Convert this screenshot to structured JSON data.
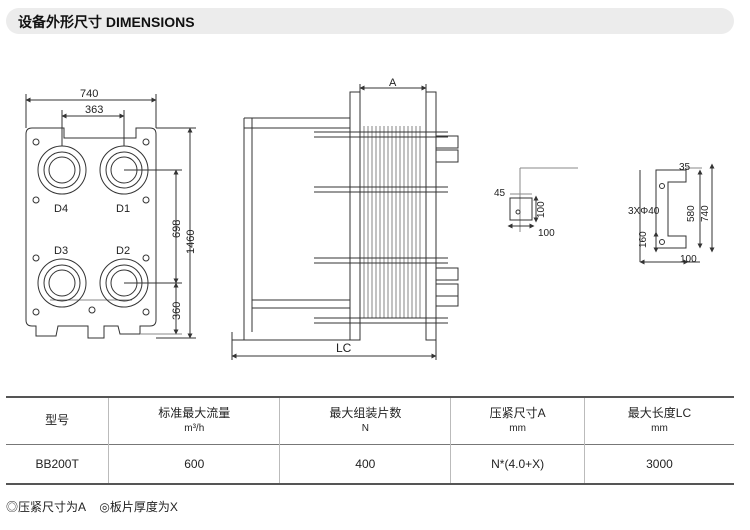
{
  "header": {
    "title": "设备外形尺寸  DIMENSIONS"
  },
  "front_view": {
    "dim_total_width": "740",
    "dim_port_spacing": "363",
    "dim_height_total": "1460",
    "dim_port_vertical": "698",
    "dim_bottom": "360",
    "ports": [
      "D4",
      "D1",
      "D3",
      "D2"
    ]
  },
  "side_view": {
    "dim_a": "A",
    "dim_lc": "LC"
  },
  "detail_a": {
    "dim_45": "45",
    "dim_100_v": "100",
    "dim_100_h": "100"
  },
  "detail_b": {
    "dim_35": "35",
    "dim_holes": "3XΦ40",
    "dim_580": "580",
    "dim_740": "740",
    "dim_160": "160",
    "dim_100": "100"
  },
  "table": {
    "headers": [
      {
        "label": "型号",
        "unit": ""
      },
      {
        "label": "标准最大流量",
        "unit": "m³/h"
      },
      {
        "label": "最大组装片数",
        "unit": "N"
      },
      {
        "label": "压紧尺寸A",
        "unit": "mm"
      },
      {
        "label": "最大长度LC",
        "unit": "mm"
      }
    ],
    "rows": [
      [
        "BB200T",
        "600",
        "400",
        "N*(4.0+X)",
        "3000"
      ]
    ]
  },
  "notes": [
    "◎压紧尺寸为A",
    "◎板片厚度为X"
  ]
}
